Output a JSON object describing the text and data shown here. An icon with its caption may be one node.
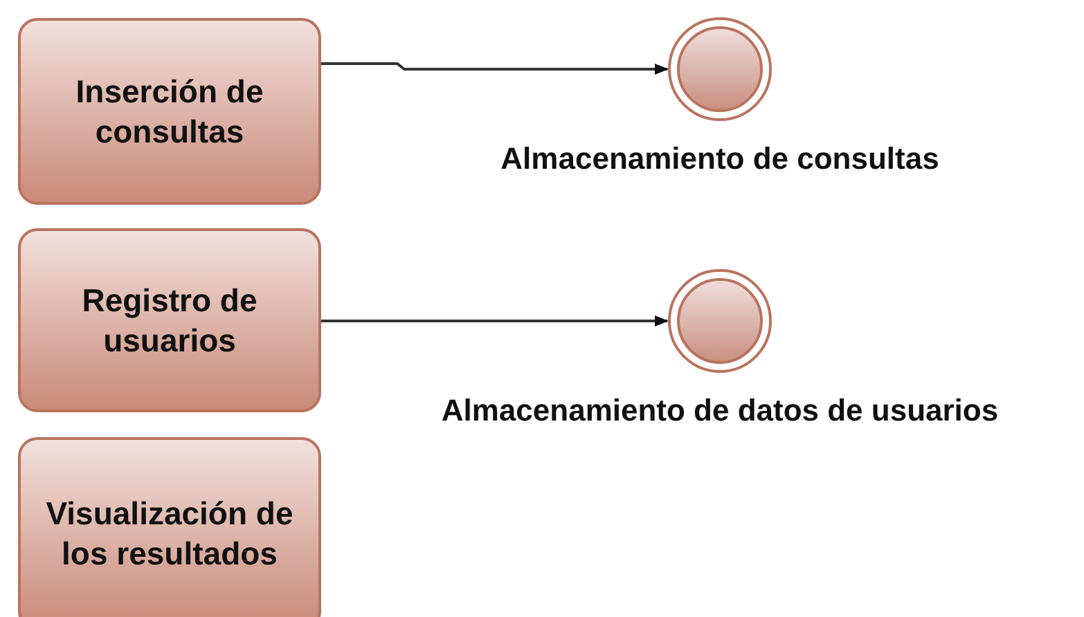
{
  "diagram": {
    "nodes": [
      {
        "text": [
          "Inserción de consultas"
        ]
      },
      {
        "text": [
          "Almacenamiento de consultas"
        ]
      },
      {
        "text": [
          "Registro de usuarios"
        ]
      },
      {
        "text": [
          "Almacenamiento de datos de usuarios"
        ]
      },
      {
        "text": [
          "Visualización de los resultados"
        ]
      }
    ],
    "edges": [
      {
        "from": 0,
        "to": 1,
        "arrow": "to"
      },
      {
        "from": 2,
        "to": 3,
        "arrow": "to"
      }
    ]
  }
}
